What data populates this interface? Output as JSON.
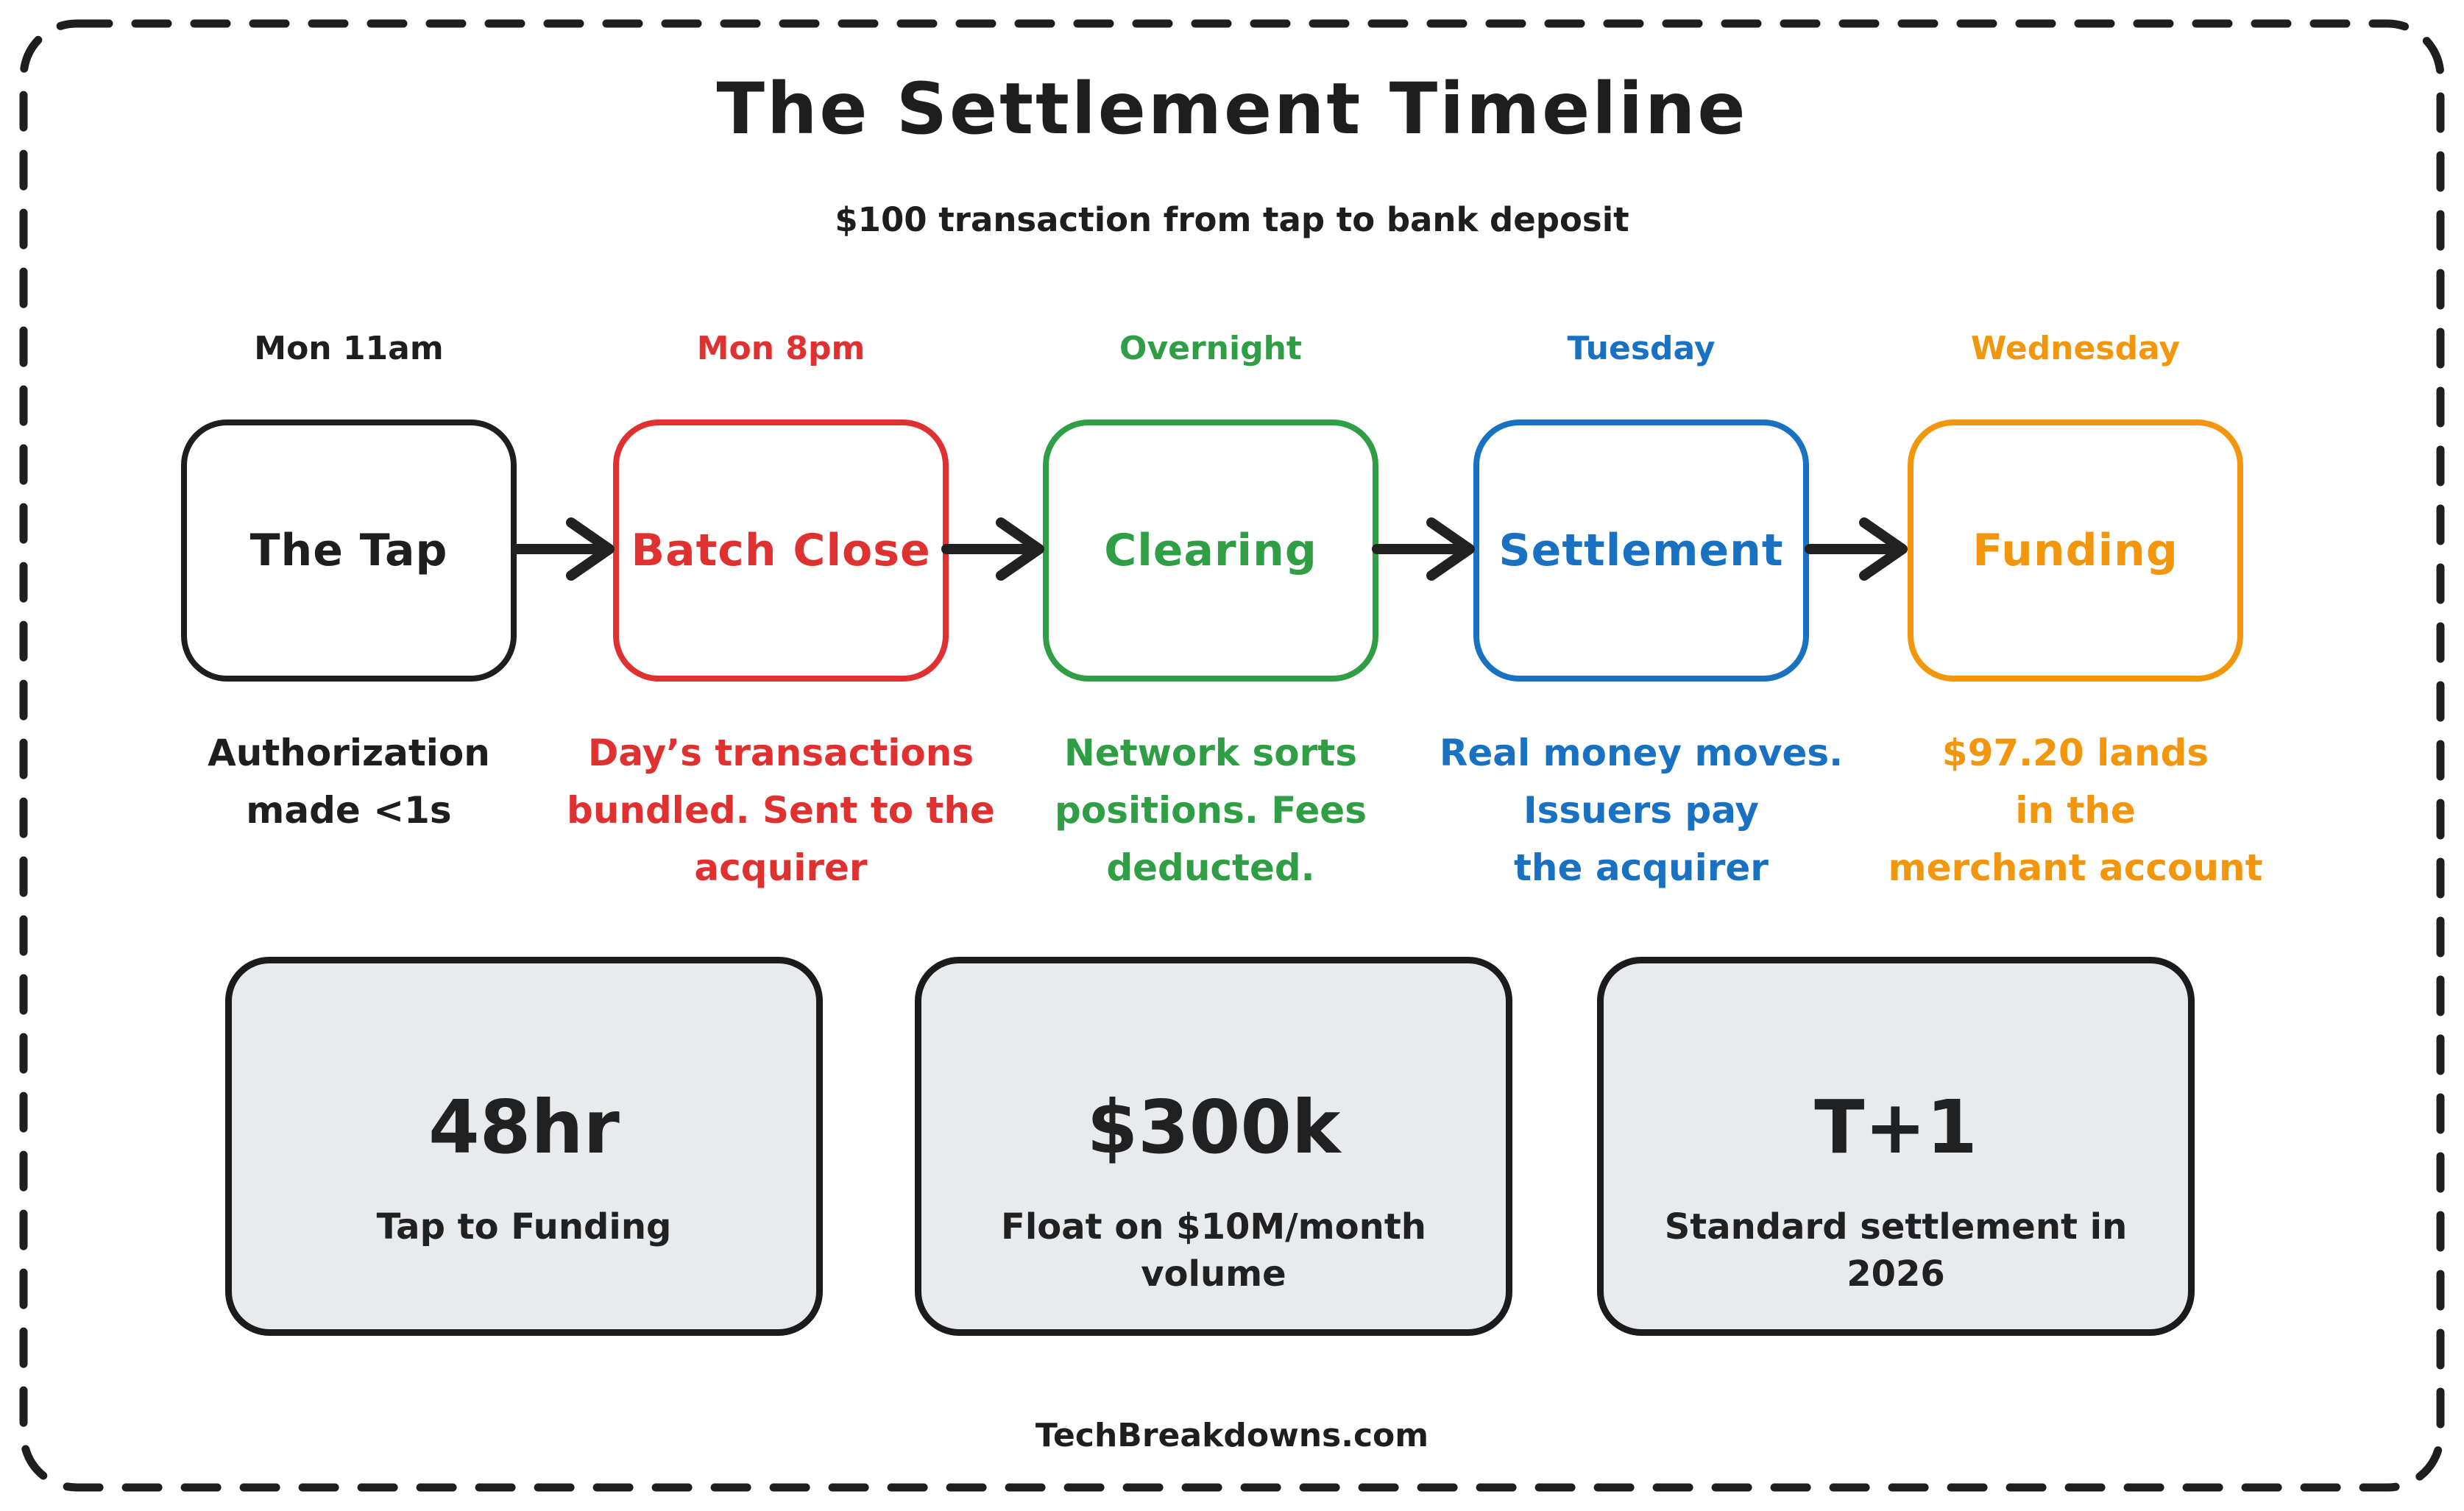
{
  "header": {
    "title": "The Settlement Timeline",
    "subtitle": "$100 transaction from tap to bank deposit"
  },
  "stages": [
    {
      "time": "Mon 11am",
      "label": "The Tap",
      "desc": "Authorization\nmade <1s",
      "color": "#1e1e1e"
    },
    {
      "time": "Mon 8pm",
      "label": "Batch Close",
      "desc": "Day’s transactions\nbundled. Sent to the\nacquirer",
      "color": "#e03131"
    },
    {
      "time": "Overnight",
      "label": "Clearing",
      "desc": "Network sorts\npositions. Fees\ndeducted.",
      "color": "#2f9e44"
    },
    {
      "time": "Tuesday",
      "label": "Settlement",
      "desc": "Real money moves.\nIssuers pay\nthe acquirer",
      "color": "#1971c2"
    },
    {
      "time": "Wednesday",
      "label": "Funding",
      "desc": "$97.20 lands\nin the\nmerchant account",
      "color": "#f2960d"
    }
  ],
  "stats": [
    {
      "value": "48hr",
      "caption": "Tap to Funding"
    },
    {
      "value": "$300k",
      "caption": "Float on $10M/month\nvolume"
    },
    {
      "value": "T+1",
      "caption": "Standard settlement in\n2026"
    }
  ],
  "footer": {
    "text": "TechBreakdowns.com"
  },
  "colors": {
    "ink": "#1e1e1e",
    "red": "#e03131",
    "green": "#2f9e44",
    "blue": "#1971c2",
    "orange": "#f2960d",
    "card_fill": "#e8ebee"
  }
}
